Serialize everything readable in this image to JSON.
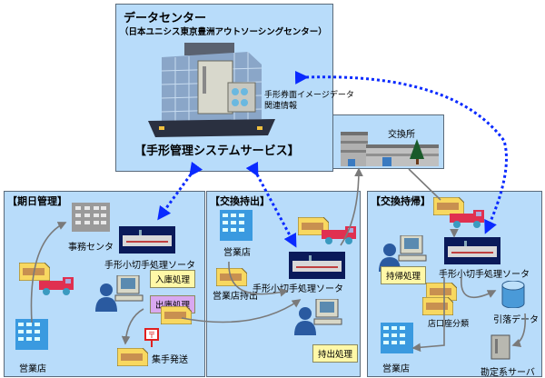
{
  "datacenter": {
    "title": "データセンター",
    "subtitle": "（日本ユニシス東京豊洲アウトソーシングセンター）",
    "service_label": "【手形管理システムサービス】",
    "image_data_label_1": "手形券面イメージデータ",
    "image_data_label_2": "関連情報"
  },
  "clearing_house": {
    "label": "交換所"
  },
  "panels": {
    "due_date": {
      "title": "【期日管理】",
      "office_center": "事務センタ",
      "sorter": "手形小切手処理ソータ",
      "inbound": "入庫処理",
      "outbound": "出庫処理",
      "branch": "営業店",
      "collection_send": "集手発送"
    },
    "exchange_out": {
      "title": "【交換持出】",
      "branch": "営業店",
      "branch_out": "営業店持出",
      "sorter": "手形小切手処理ソータ",
      "out_process": "持出処理"
    },
    "exchange_return": {
      "title": "【交換持帰】",
      "sorter": "手形小切手処理ソータ",
      "return_process": "持帰処理",
      "branch_account_sort": "店口座分類",
      "debit_data": "引落データ",
      "branch": "営業店",
      "accounting_server": "勘定系サーバ"
    }
  },
  "colors": {
    "panel_bg": "#b8dcfa",
    "dotted_arrow": "#0a2aff",
    "flow_arrow": "#7a7a7a",
    "note_yellow": "#fff8a8",
    "note_purple": "#d9a8f0"
  }
}
